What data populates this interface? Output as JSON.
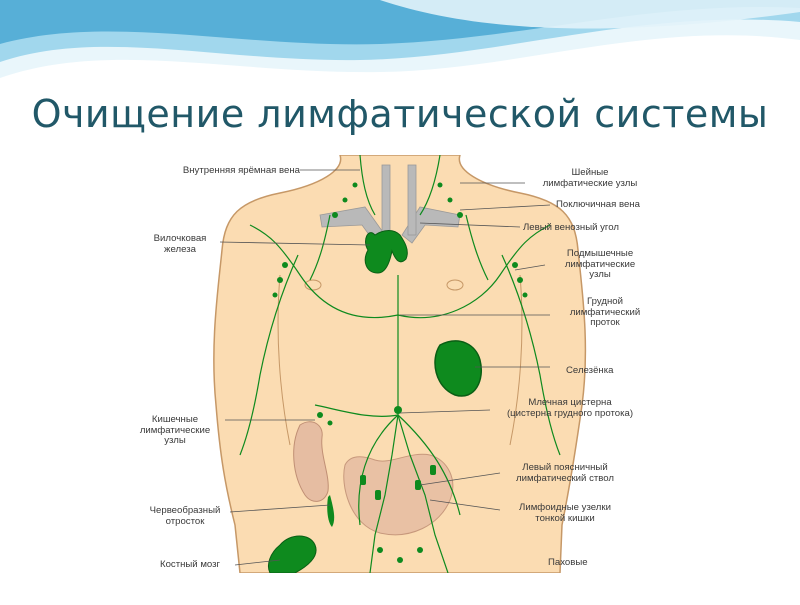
{
  "slide": {
    "title": "Очищение лимфатической системы"
  },
  "colors": {
    "title": "#215868",
    "wave_light": "#d8eef8",
    "wave_mid": "#8fd0ea",
    "wave_dark": "#3f9fc9",
    "skin": "#fbdcb2",
    "skin_outline": "#c69867",
    "lymph_green": "#0e8a1e",
    "vein_gray": "#b9b9b9",
    "intestine": "#e3b8a0"
  },
  "diagram": {
    "labels": {
      "internal_jugular_vein": "Внутренняя ярёмная вена",
      "cervical_nodes": "Шейные\nлимфатические узлы",
      "subclavian_vein": "Поключичная вена",
      "left_venous_angle": "Левый венозный угол",
      "thymus": "Вилочковая\nжелеза",
      "axillary_nodes": "Подмышечные\nлимфатические\nузлы",
      "thoracic_duct": "Грудной\nлимфатический\nпроток",
      "spleen": "Селезёнка",
      "cisterna_chyli": "Млечная цистерна\n(цистерна грудного протока)",
      "intestinal_nodes": "Кишечные\nлимфатические\nузлы",
      "lumbar_trunk": "Левый поясничный\nлимфатический ствол",
      "appendix": "Червеобразный\nотросток",
      "small_intestine_nodes": "Лимфоидные узелки\nтонкой кишки",
      "bone_marrow": "Костный мозг",
      "inguinal": "Паховые"
    }
  }
}
